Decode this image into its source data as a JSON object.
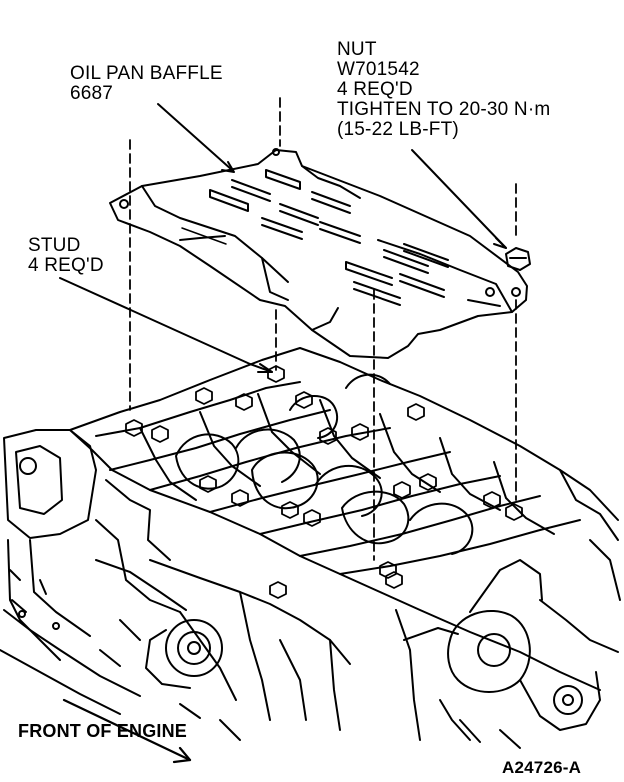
{
  "labels": {
    "baffle": {
      "line1": "OIL PAN BAFFLE",
      "line2": "6687"
    },
    "nut": {
      "line1": "NUT",
      "line2": "W701542",
      "line3": "4 REQ'D",
      "line4": "TIGHTEN TO 20-30 N·m",
      "line5": "(15-22 LB-FT)"
    },
    "stud": {
      "line1": "STUD",
      "line2": "4 REQ'D"
    },
    "front": "FRONT OF ENGINE",
    "figure_id": "A24726-A"
  }
}
